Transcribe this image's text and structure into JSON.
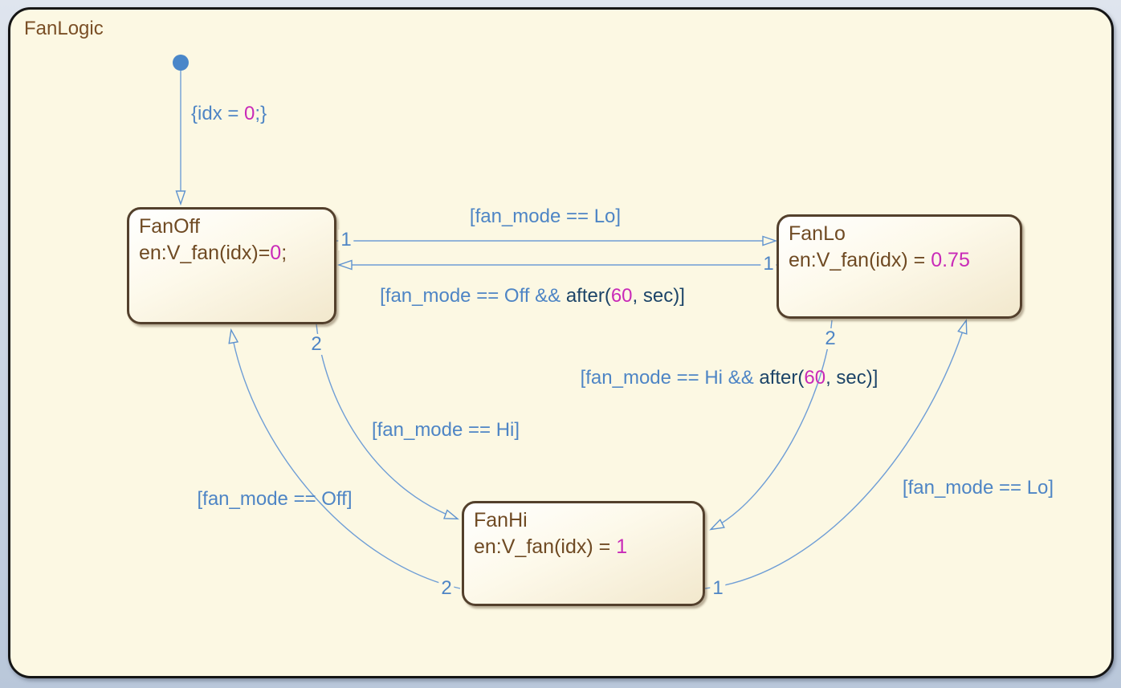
{
  "diagram": {
    "title": "FanLogic",
    "type": "state-machine",
    "default_transition": {
      "action_open": "{idx = ",
      "action_value": "0",
      "action_close": ";}"
    },
    "states": {
      "fan_off": {
        "name": "FanOff",
        "entry_prefix": "en:V_fan(idx)=",
        "entry_value": "0",
        "entry_suffix": ";"
      },
      "fan_lo": {
        "name": "FanLo",
        "entry_prefix": "en:V_fan(idx) = ",
        "entry_value": "0.75",
        "entry_suffix": ""
      },
      "fan_hi": {
        "name": "FanHi",
        "entry_prefix": "en:V_fan(idx) = ",
        "entry_value": "1",
        "entry_suffix": ""
      }
    },
    "transitions": {
      "off_to_lo": {
        "source": "FanOff",
        "dest": "FanLo",
        "order": "1",
        "condition": "[fan_mode == Lo]"
      },
      "lo_to_off": {
        "source": "FanLo",
        "dest": "FanOff",
        "order": "1",
        "cond_head": "[fan_mode == Off  && ",
        "kw_open": "after(",
        "num": "60",
        "kw_close": ", sec)]"
      },
      "off_to_hi": {
        "source": "FanOff",
        "dest": "FanHi",
        "order": "2",
        "condition": "[fan_mode == Hi]"
      },
      "lo_to_hi": {
        "source": "FanLo",
        "dest": "FanHi",
        "order": "2",
        "cond_head": "[fan_mode == Hi && ",
        "kw_open": "after(",
        "num": "60",
        "kw_close": ", sec)]"
      },
      "hi_to_off": {
        "source": "FanHi",
        "dest": "FanOff",
        "order": "2",
        "condition": "[fan_mode == Off]"
      },
      "hi_to_lo": {
        "source": "FanHi",
        "dest": "FanLo",
        "order": "1",
        "condition": "[fan_mode == Lo]"
      }
    },
    "colors": {
      "canvas_top": "#dfe5ee",
      "canvas_bottom": "#b9c7da",
      "chart_background": "#fcf8e3",
      "chart_border": "#151515",
      "state_border": "#53402c",
      "state_text": "#6f4a23",
      "title_text": "#7a5026",
      "transition_line": "#6f9ed6",
      "condition_text": "#4e85c5",
      "keyword_text": "#1c4468",
      "numeric_literal": "#c92ab8",
      "initial_dot": "#4a87c9"
    }
  }
}
